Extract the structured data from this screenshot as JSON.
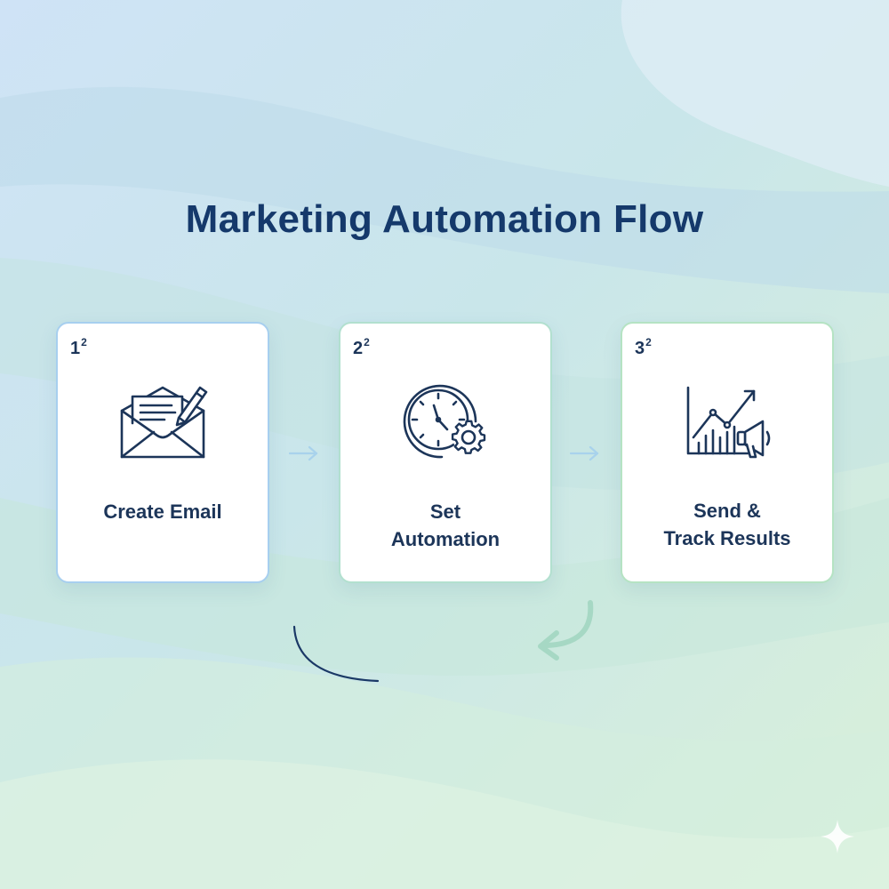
{
  "diagram": {
    "title": "Marketing Automation Flow",
    "steps": [
      {
        "number": "1",
        "sup": "2",
        "label": "Create Email",
        "icon": "email-pencil-icon"
      },
      {
        "number": "2",
        "sup": "2",
        "label": "Set\nAutomation",
        "icon": "clock-gear-icon"
      },
      {
        "number": "3",
        "sup": "2",
        "label": "Send &\nTrack Results",
        "icon": "chart-megaphone-icon"
      }
    ]
  },
  "colors": {
    "title": "#15396b",
    "icon_stroke": "#1c3559",
    "card_bg": "#ffffff",
    "arrow": "#a8d2ec",
    "loop_arrow": "#a6d8c4"
  }
}
